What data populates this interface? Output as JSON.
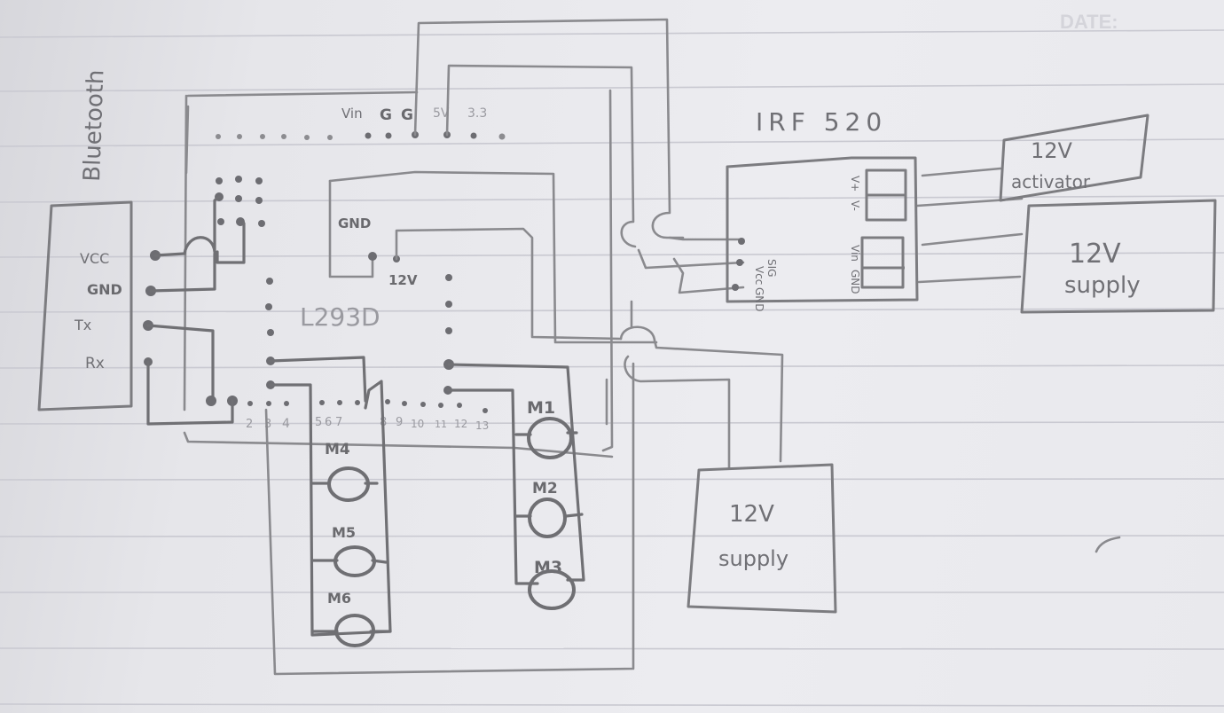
{
  "page": {
    "watermark": "DATE:"
  },
  "bluetooth": {
    "title": "Bluetooth",
    "pins": [
      "VCC",
      "GND",
      "Tx",
      "Rx"
    ]
  },
  "arduino": {
    "power_header": {
      "labels": [
        "Vin",
        "G",
        "G",
        "5V",
        "3.3"
      ]
    },
    "digital_pins": [
      "2",
      "3",
      "4",
      "5",
      "6",
      "7",
      "8",
      "9",
      "10",
      "11",
      "12",
      "13"
    ]
  },
  "driver": {
    "name": "L293D",
    "gnd_label": "GND",
    "vin_label": "12V"
  },
  "motors": {
    "left": [
      "M4",
      "M5",
      "M6"
    ],
    "right": [
      "M1",
      "M2",
      "M3"
    ]
  },
  "mosfet": {
    "title": "IRF 520",
    "input_pins": [
      "SIG",
      "Vcc",
      "GND"
    ],
    "output_labels": [
      "V+",
      "V-"
    ],
    "power_labels": [
      "Vin",
      "GND"
    ]
  },
  "loads": {
    "actuator": {
      "line1": "12V",
      "line2": "activator"
    },
    "supply_right": {
      "line1": "12V",
      "line2": "supply"
    },
    "supply_bottom": {
      "line1": "12V",
      "line2": "supply"
    }
  }
}
